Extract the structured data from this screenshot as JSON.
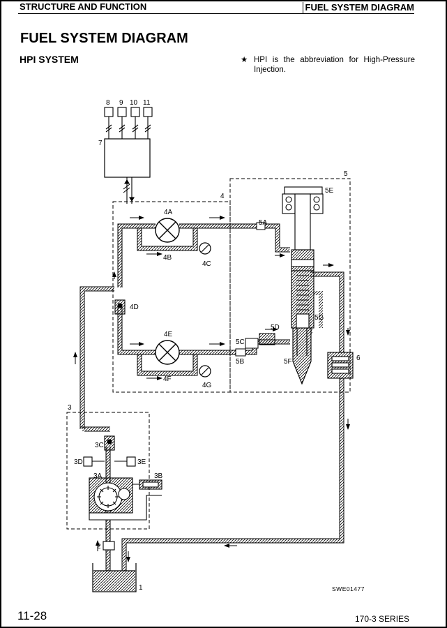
{
  "header": {
    "section": "STRUCTURE AND FUNCTION",
    "chapter": "FUEL SYSTEM DIAGRAM"
  },
  "title": "FUEL SYSTEM DIAGRAM",
  "subtitle": "HPI SYSTEM",
  "note": {
    "star": "★",
    "text": "HPI is the abbreviation for High-Pressure Injection."
  },
  "diagram": {
    "labels": {
      "l1": "1",
      "l2": "2",
      "l3": "3",
      "l3A": "3A",
      "l3B": "3B",
      "l3C": "3C",
      "l3D": "3D",
      "l3E": "3E",
      "l4": "4",
      "l4A": "4A",
      "l4B": "4B",
      "l4C": "4C",
      "l4D": "4D",
      "l4E": "4E",
      "l4F": "4F",
      "l4G": "4G",
      "l5": "5",
      "l5A": "5A",
      "l5B": "5B",
      "l5C": "5C",
      "l5D": "5D",
      "l5E": "5E",
      "l5F": "5F",
      "l5G": "5G",
      "l6": "6",
      "l7": "7",
      "l8": "8",
      "l9": "9",
      "l10": "10",
      "l11": "11"
    },
    "code": "SWE01477"
  },
  "footer": {
    "page": "11-28",
    "series": "170-3 SERIES"
  }
}
